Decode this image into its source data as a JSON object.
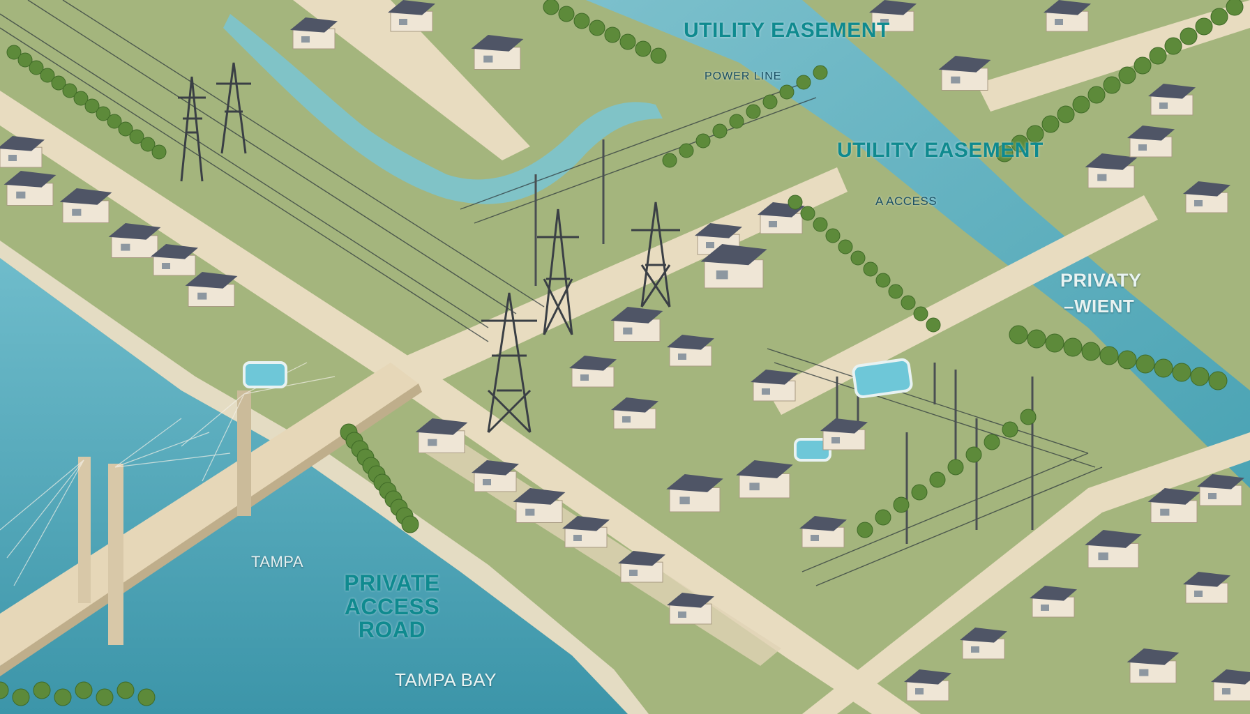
{
  "labels": {
    "utility_easement_1": "UTILITY EASEMENT",
    "power_line": "POWER LINE",
    "utility_easement_2": "UTILITY EASEMENT",
    "access": "A ACCESS",
    "privaty": "PRIVATY",
    "privaty_sub": "–WIENT",
    "tampa": "TAMPA",
    "private_access_road": "PRIVATE ACCESS ROAD",
    "tampa_bay": "TAMPA BAY"
  },
  "colors": {
    "water": "#4aa3b4",
    "water_light": "#7cc4cf",
    "grass": "#9fb27a",
    "road": "#e8dcc0",
    "roof": "#4f5566",
    "wall": "#efe6d6",
    "tree": "#5d8a3a",
    "tower": "#3a3f45",
    "label_teal": "#0f8a8f"
  }
}
